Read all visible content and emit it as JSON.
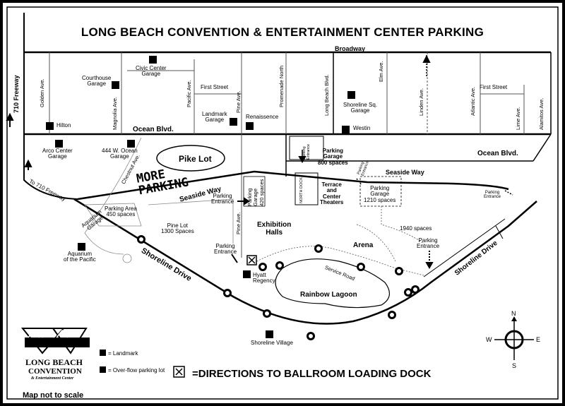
{
  "title": "LONG BEACH CONVENTION & ENTERTAINMENT CENTER PARKING",
  "streets": {
    "broadway": "Broadway",
    "first_street_left": "First Street",
    "first_street_right": "First Street",
    "ocean_blvd_left": "Ocean Blvd.",
    "ocean_blvd_right": "Ocean Blvd.",
    "seaside_way_left": "Seaside Way",
    "seaside_way_right": "Seaside Way",
    "shoreline_drive": "Shoreline Drive",
    "shoreline_drive_right": "Shoreline Drive",
    "freeway_710": "710 Freeway",
    "to_710_freeway": "To 710 Freeway",
    "golden_ave": "Golden Ave.",
    "magnolia_ave": "Magnolia Ave.",
    "pacific_ave": "Pacific Ave.",
    "pine_ave": "Pine Ave.",
    "pine_ave_lower": "Pine Ave.",
    "promenade_north": "Promenade North",
    "long_beach_blvd": "Long Beach Blvd.",
    "elm_ave": "Elm Ave.",
    "linden_ave": "Linden Ave.",
    "atlantic_ave": "Atlantic Ave.",
    "lime_ave": "Lime Ave.",
    "alamitos_ave": "Alamitos Ave.",
    "chestnut_ave": "Chestnut Ave.",
    "service_road": "Service Road"
  },
  "landmarks": {
    "courthouse_garage": "Courthouse\nGarage",
    "civic_center_garage": "Civic Center\nGarage",
    "hilton": "Hilton",
    "landmark_garage": "Landmark\nGarage",
    "renaissance": "Renaissence",
    "shoreline_sq_garage": "Shoreline Sq.\nGarage",
    "westin": "Westin",
    "arco_center_garage": "Arco Center\nGarage",
    "w_ocean_garage": "444 W. Ocean\nGarage",
    "aquarium_garage": "Aquarium\nGarage",
    "aquarium_pacific": "Aquarium\nof the Pacific",
    "hyatt_regency": "Hyatt\nRegency",
    "shoreline_village": "Shoreline Village"
  },
  "lots": {
    "pike_lot": "Pike Lot",
    "more_parking": "MORE\nPARKING",
    "parking_area": "Parking Area\n450 spaces",
    "pine_lot": "Pine Lot\n1300 Spaces",
    "parking_garage_800": "Parking\nGarage\n800 spaces",
    "parking_garage_1210": "Parking\nGarage\n1210 spaces",
    "parking_garage_420": "Parking\nGarage\n420 spaces",
    "spaces_1940": "1940 spaces"
  },
  "venues": {
    "exhibition_halls": "Exhibition\nHalls",
    "terrace_center_theaters": "Terrace\nand\nCenter\nTheaters",
    "arena": "Arena",
    "rainbow_lagoon": "Rainbow Lagoon",
    "north_dock": "NORTH DOCK"
  },
  "entrances": {
    "entrance_1": "Parking\nEntrance",
    "entrance_2": "Parking\nEntrance",
    "entrance_3": "Parking\nEntrance",
    "entrance_4": "Parking\nEntrance",
    "entrance_5": "Parking\nEntrance",
    "entrance_6": "Parking\nEntrance"
  },
  "legend": {
    "landmark": "= Landmark",
    "overflow": "= Over-flow parking lot",
    "directions": "=DIRECTIONS TO BALLROOM LOADING DOCK"
  },
  "compass": {
    "n": "N",
    "s": "S",
    "e": "E",
    "w": "W"
  },
  "logo": {
    "line1": "LONG BEACH",
    "line2": "CONVENTION",
    "line3": "& Entertainment Center"
  },
  "note": "Map not to scale"
}
